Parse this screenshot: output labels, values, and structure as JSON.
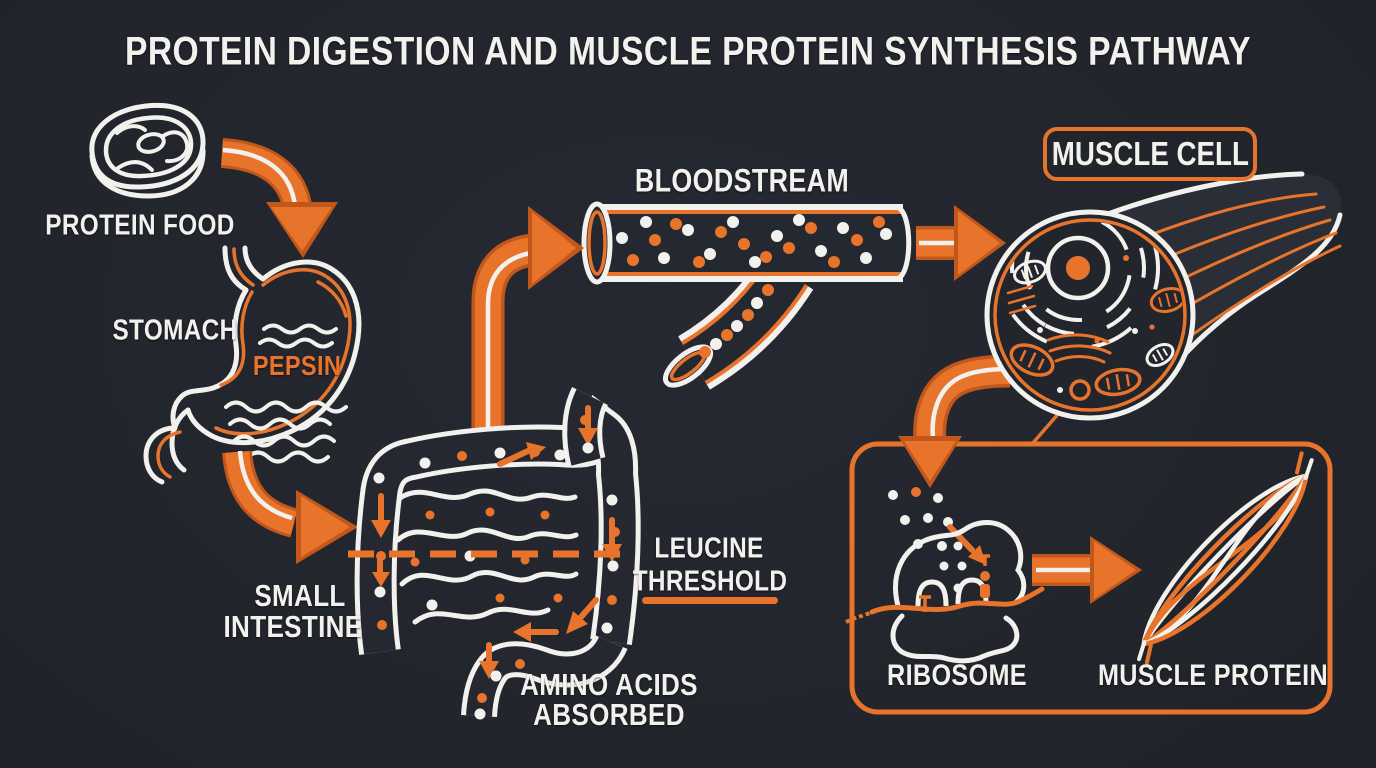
{
  "title": "PROTEIN DIGESTION AND MUSCLE PROTEIN SYNTHESIS PATHWAY",
  "colors": {
    "background": "#22252C",
    "accent_orange": "#E8742C",
    "accent_orange_dark": "#C2571C",
    "line_white": "#F2F1ED",
    "panel_dark": "#2A2E37"
  },
  "nodes": {
    "protein_food": {
      "label": "PROTEIN FOOD"
    },
    "stomach": {
      "label": "STOMACH",
      "enzyme": "PEPSIN"
    },
    "small_intestine": {
      "label_line1": "SMALL",
      "label_line2": "INTESTINE"
    },
    "leucine_threshold": {
      "label_line1": "LEUCINE",
      "label_line2": "THRESHOLD"
    },
    "amino_acids": {
      "label_line1": "AMINO ACIDS",
      "label_line2": "ABSORBED"
    },
    "bloodstream": {
      "label": "BLOODSTREAM"
    },
    "muscle_cell": {
      "label": "MUSCLE CELL"
    },
    "ribosome": {
      "label": "RIBOSOME"
    },
    "muscle_protein": {
      "label": "MUSCLE PROTEIN"
    }
  },
  "icons": [
    "steak-icon",
    "curved-arrow-down-icon",
    "stomach-icon",
    "curved-arrow-right-icon",
    "small-intestine-icon",
    "leucine-dashed-line",
    "bent-arrow-up-icon",
    "blood-vessel-icon",
    "arrow-right-icon",
    "muscle-cell-icon",
    "muscle-fiber-icon",
    "curved-arrow-into-box-icon",
    "callout-line",
    "synthesis-box",
    "amino-acid-dots",
    "ribosome-icon",
    "ribosome-arrow-right-icon",
    "muscle-protein-fibers-icon"
  ],
  "flow_order": [
    "PROTEIN FOOD",
    "STOMACH (PEPSIN)",
    "SMALL INTESTINE",
    "AMINO ACIDS ABSORBED",
    "BLOODSTREAM",
    "MUSCLE CELL",
    "RIBOSOME",
    "MUSCLE PROTEIN"
  ]
}
